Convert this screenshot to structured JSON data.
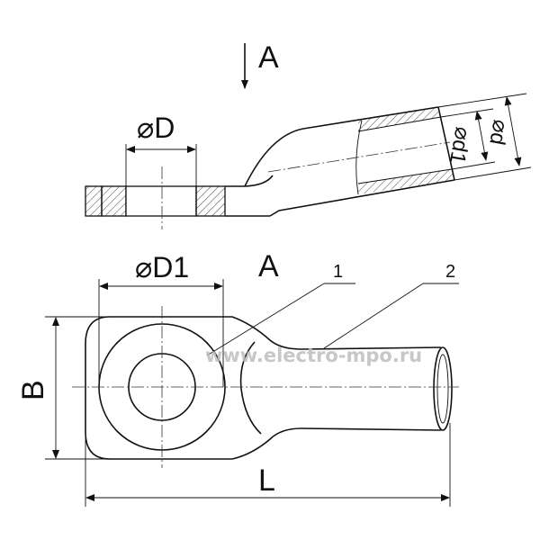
{
  "drawing": {
    "view_arrow_label": "A",
    "view_label": "A",
    "dim_hole": "⌀D",
    "dim_ring": "⌀D1",
    "dim_inner_barrel": "⌀d1",
    "dim_outer_barrel": "⌀d",
    "dim_width": "B",
    "dim_length": "L",
    "callout_1": "1",
    "callout_2": "2",
    "watermark": "www.electro-mpo.ru"
  }
}
